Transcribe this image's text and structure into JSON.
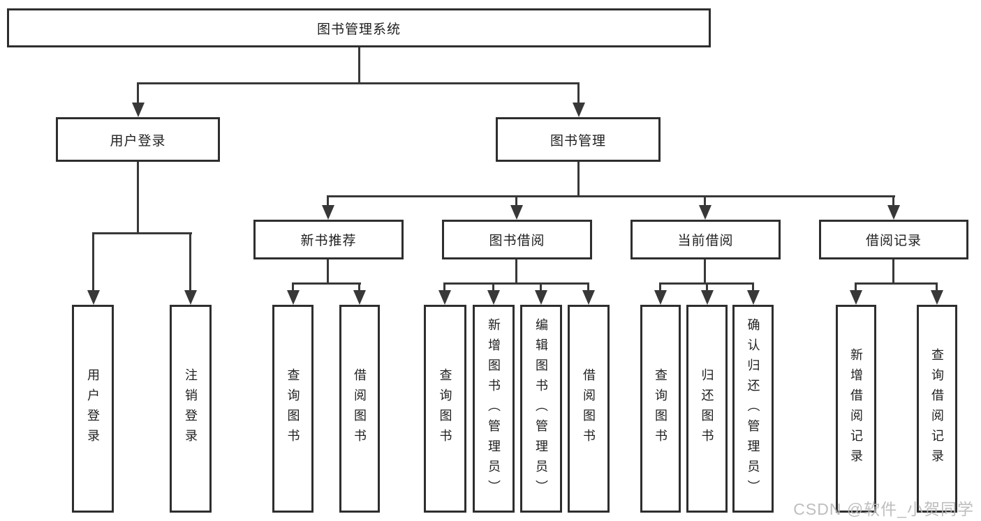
{
  "diagram": {
    "root": "图书管理系统",
    "level2": [
      {
        "label": "用户登录",
        "children": [
          "用户登录",
          "注销登录"
        ]
      },
      {
        "label": "图书管理",
        "subgroups": [
          {
            "label": "新书推荐",
            "children": [
              "查询图书",
              "借阅图书"
            ]
          },
          {
            "label": "图书借阅",
            "children": [
              "查询图书",
              "新增图书（管理员）",
              "编辑图书（管理员）",
              "借阅图书"
            ]
          },
          {
            "label": "当前借阅",
            "children": [
              "查询图书",
              "归还图书",
              "确认归还（管理员）"
            ]
          },
          {
            "label": "借阅记录",
            "children": [
              "新增借阅记录",
              "查询借阅记录"
            ]
          }
        ]
      }
    ]
  },
  "watermark": {
    "text": "CSDN @软件_小贺同学"
  },
  "colors": {
    "line": "#383838",
    "box_border": "#2e2e2e",
    "text": "#1f1f1f",
    "watermark": "#b9b9b9",
    "background": "#ffffff"
  }
}
